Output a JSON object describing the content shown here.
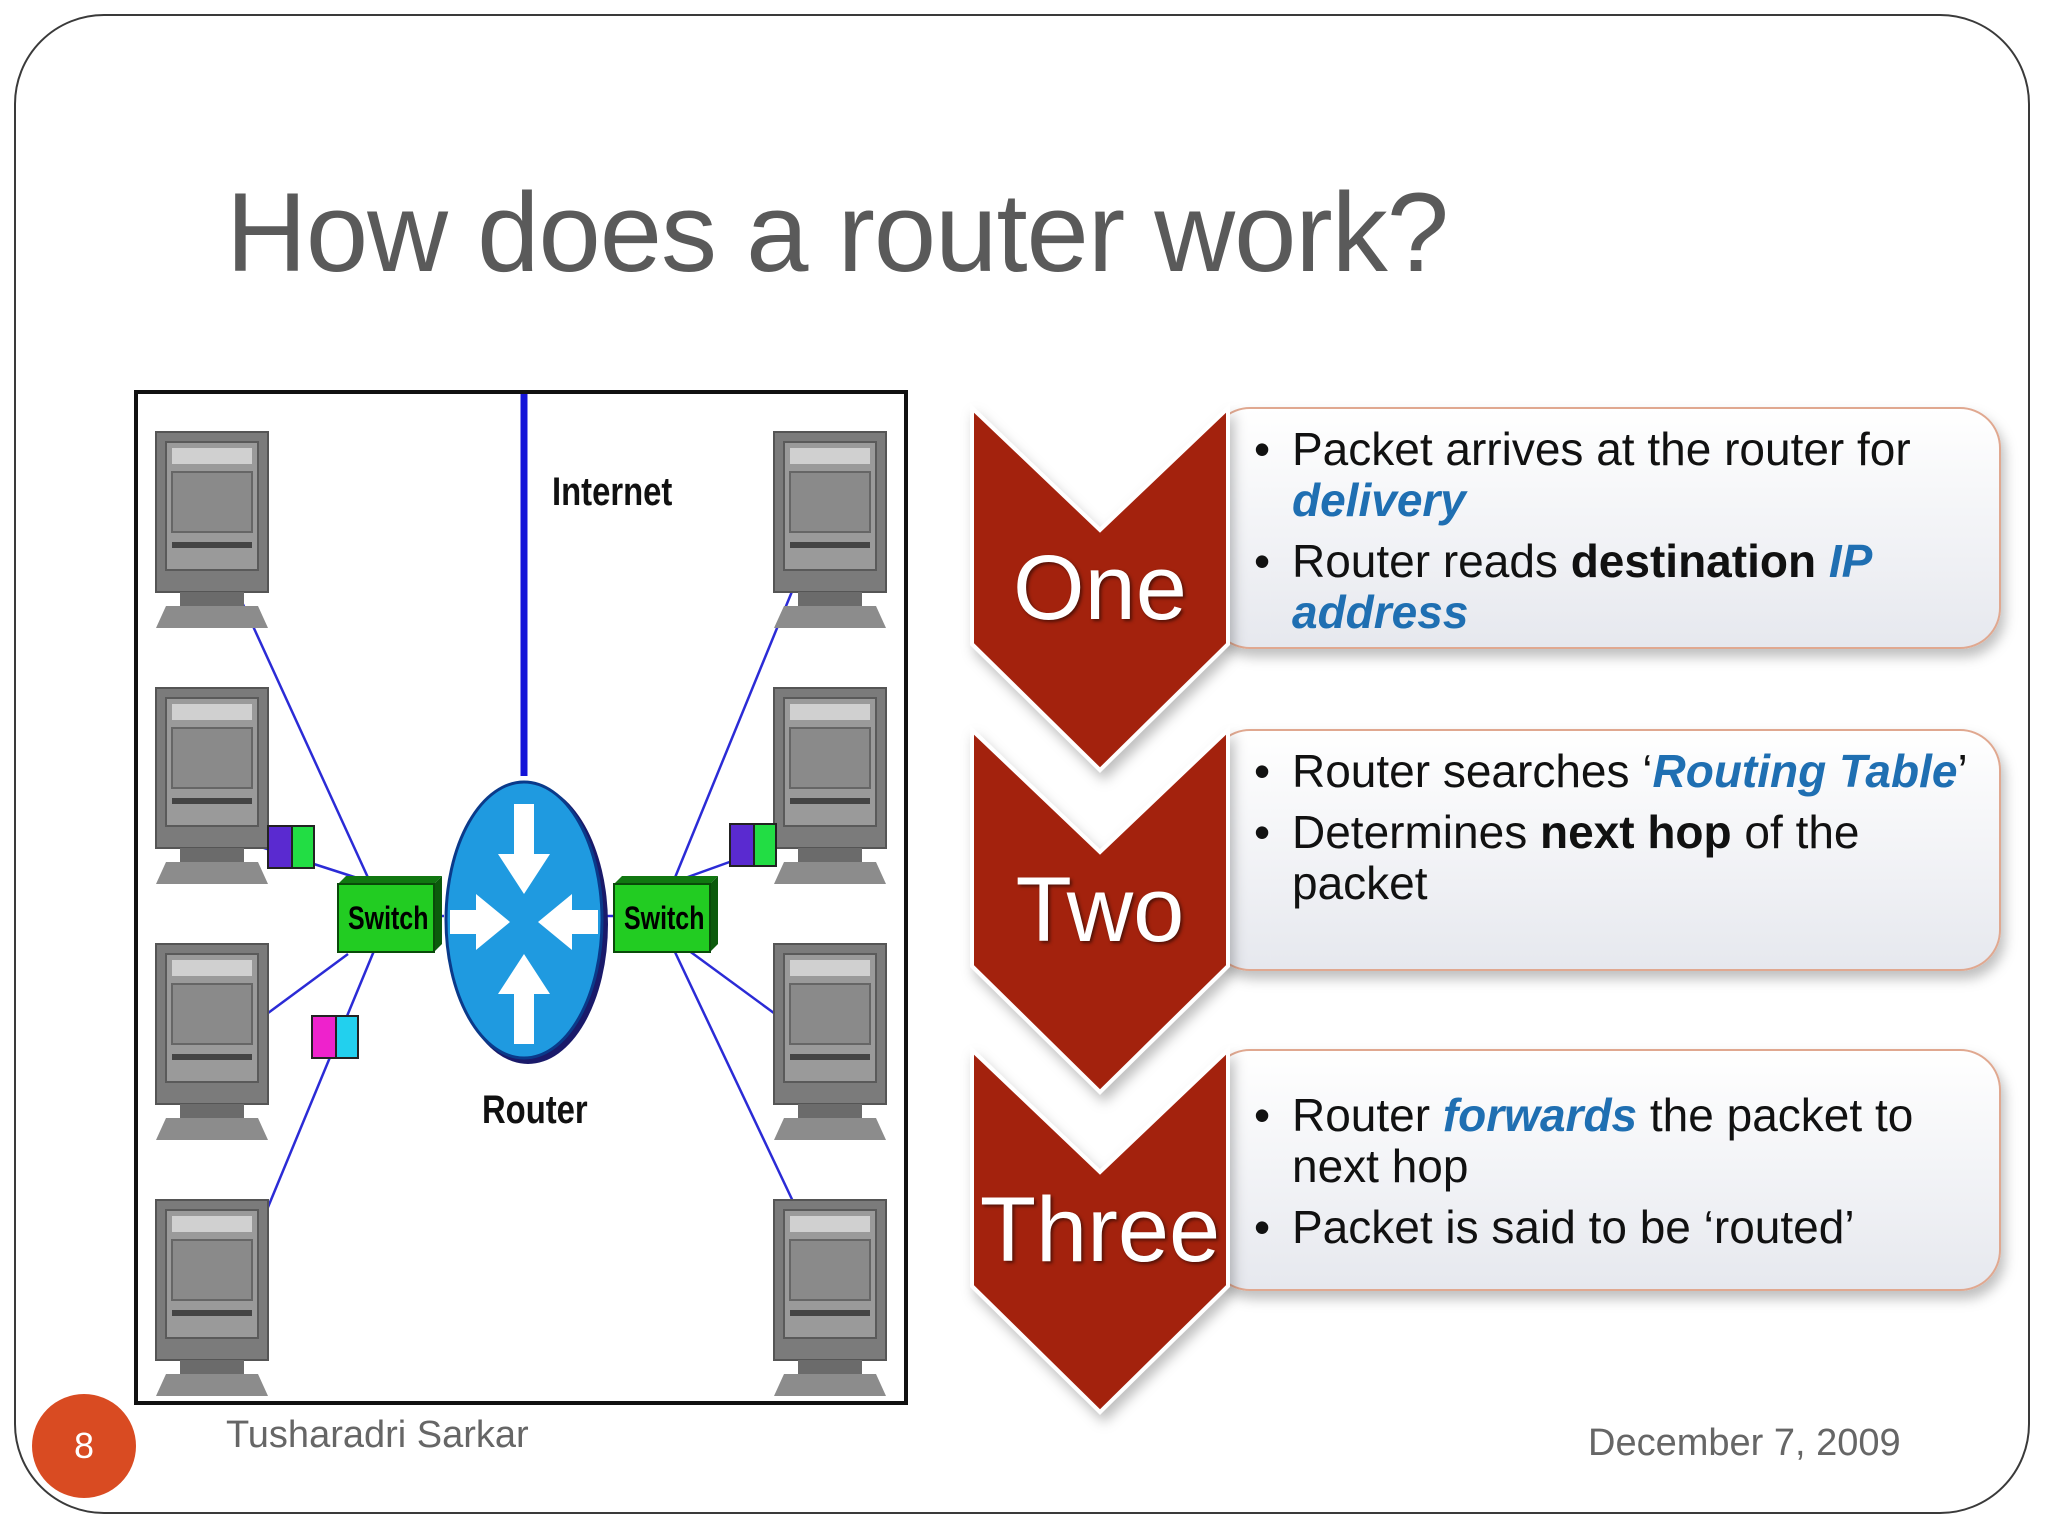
{
  "title": "How does a router work?",
  "diagram": {
    "internet_label": "Internet",
    "router_label": "Router",
    "switch_left_label": "Switch",
    "switch_right_label": "Switch"
  },
  "steps": [
    {
      "number": "One",
      "bullets": [
        {
          "parts": [
            {
              "t": "Packet arrives at the router for "
            },
            {
              "t": "delivery",
              "style": "hl"
            }
          ]
        },
        {
          "parts": [
            {
              "t": "Router reads "
            },
            {
              "t": "destination",
              "style": "b"
            },
            {
              "t": " "
            },
            {
              "t": "IP address",
              "style": "hl"
            }
          ]
        }
      ]
    },
    {
      "number": "Two",
      "bullets": [
        {
          "parts": [
            {
              "t": "Router searches ‘"
            },
            {
              "t": "Routing Table",
              "style": "hl"
            },
            {
              "t": "’"
            }
          ]
        },
        {
          "parts": [
            {
              "t": "Determines "
            },
            {
              "t": "next hop",
              "style": "b"
            },
            {
              "t": " of the packet"
            }
          ]
        }
      ]
    },
    {
      "number": "Three",
      "bullets": [
        {
          "parts": [
            {
              "t": "Router "
            },
            {
              "t": "forwards",
              "style": "hl"
            },
            {
              "t": " the packet to next hop"
            }
          ]
        },
        {
          "parts": [
            {
              "t": "Packet is said to be ‘routed’"
            }
          ]
        }
      ]
    }
  ],
  "footer": {
    "page_number": "8",
    "author": "Tusharadri Sarkar",
    "date": "December 7, 2009"
  },
  "colors": {
    "chevron": "#a3200f",
    "router": "#1f9ae0",
    "switch": "#22cc22",
    "link": "#2b2bd6",
    "highlight": "#1f6fb2",
    "badge": "#d94b22"
  }
}
